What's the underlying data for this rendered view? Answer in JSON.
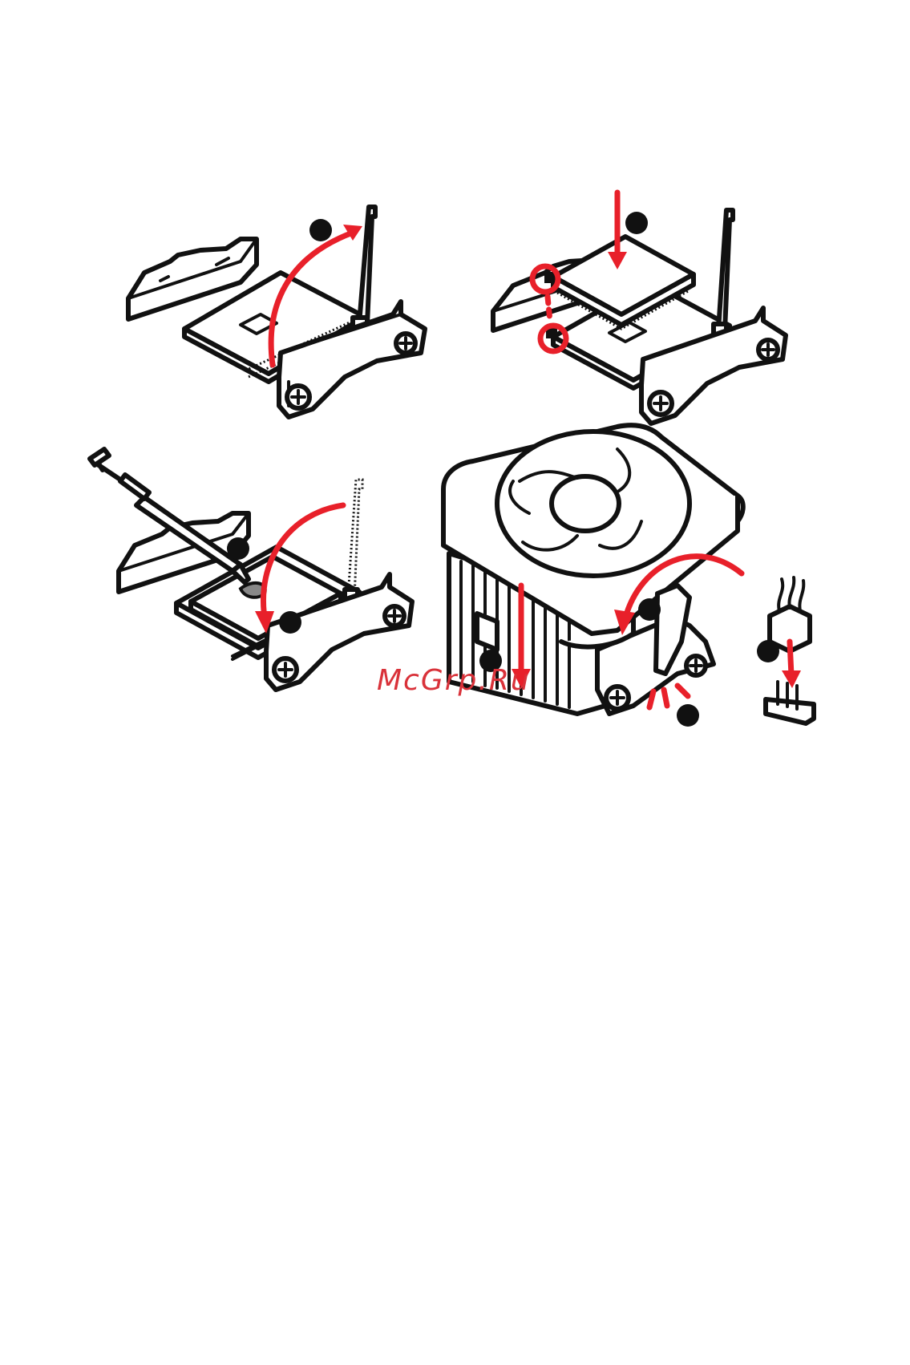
{
  "watermark": {
    "text": "McGrp.Ru",
    "color": "#d9323a"
  },
  "colors": {
    "line": "#111111",
    "accent_red": "#e8202a",
    "background": "#ffffff"
  },
  "panels": [
    {
      "id": "open-lever"
    },
    {
      "id": "align-and-insert-cpu"
    },
    {
      "id": "apply-paste-close-lever"
    },
    {
      "id": "mount-cooler-connect-fan"
    }
  ],
  "icons": [
    "socket-icon",
    "cpu-icon",
    "thermal-paste-syringe-icon",
    "cooler-fan-icon",
    "fan-connector-icon",
    "arrow-icon",
    "step-dot-icon"
  ]
}
